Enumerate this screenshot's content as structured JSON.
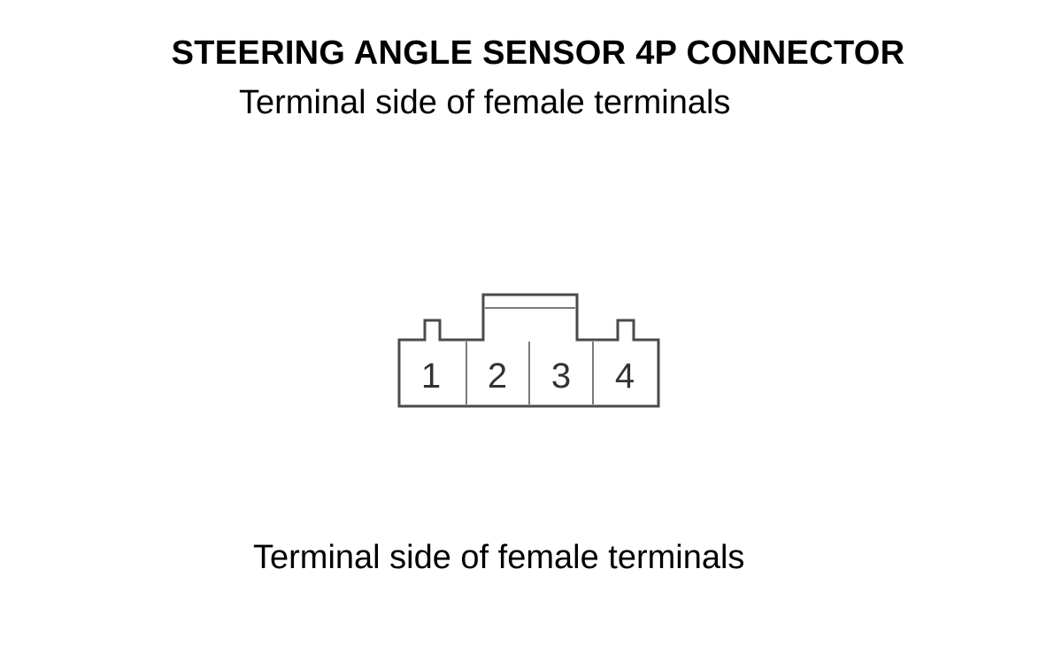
{
  "title": "STEERING ANGLE SENSOR 4P CONNECTOR",
  "subtitle_top": "Terminal side of female terminals",
  "subtitle_bottom": "Terminal side of female terminals",
  "connector": {
    "pins": [
      {
        "label": "1"
      },
      {
        "label": "2"
      },
      {
        "label": "3"
      },
      {
        "label": "4"
      }
    ]
  }
}
